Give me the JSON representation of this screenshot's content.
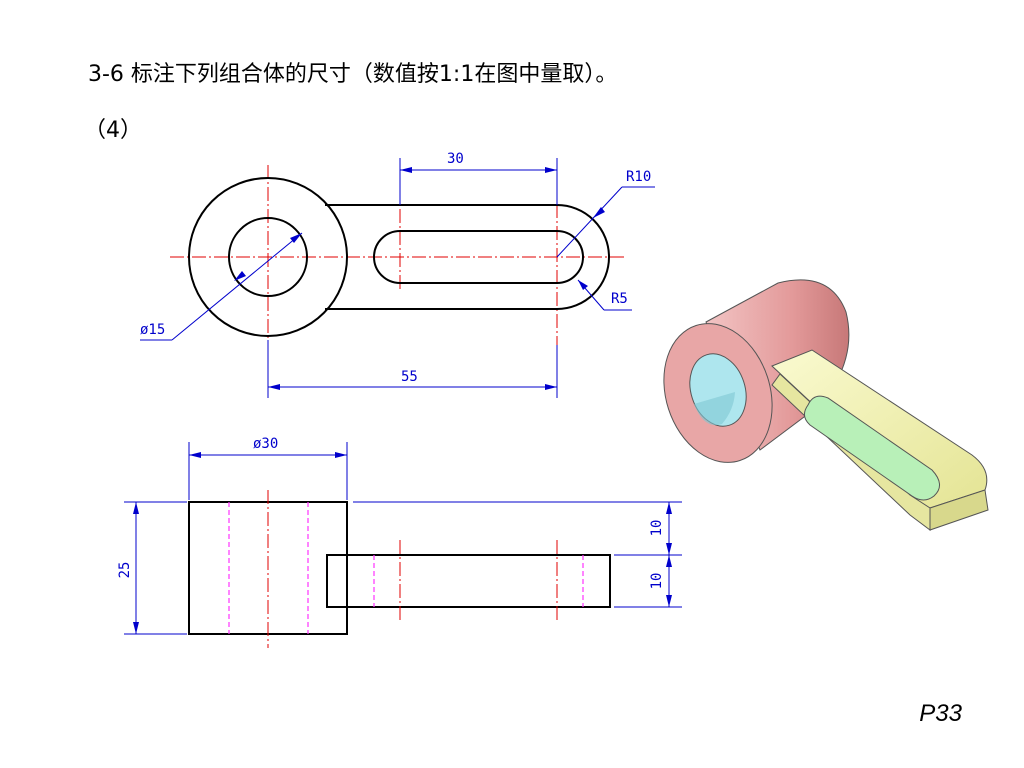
{
  "header": {
    "title": "3-6 标注下列组合体的尺寸（数值按1:1在图中量取）。",
    "subtitle": "（4）"
  },
  "dimensions": {
    "top_slot_spacing": "30",
    "top_outer_radius": "R10",
    "top_slot_radius": "R5",
    "top_hole_diameter": "ø15",
    "top_center_distance": "55",
    "front_cylinder_diameter": "ø30",
    "front_total_height": "25",
    "front_upper_height": "10",
    "front_arm_height": "10"
  },
  "footer": {
    "page": "P33"
  },
  "colors": {
    "outline": "#000000",
    "centerline": "#e00000",
    "hidden_line": "#ff33ff",
    "dimension": "#0000cc",
    "iso_cylinder": "#e8a0a0",
    "iso_hole": "#aee6ee",
    "iso_arm": "#f2f2a8",
    "iso_slot": "#b8f0b8"
  }
}
